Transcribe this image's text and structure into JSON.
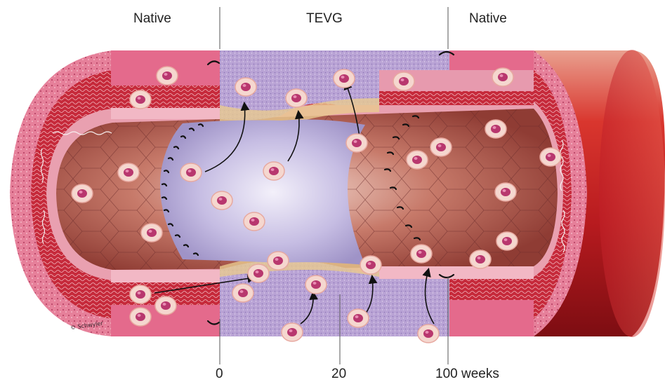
{
  "labels": {
    "top_left": "Native",
    "top_center": "TEVG",
    "top_right": "Native"
  },
  "timeline": {
    "t0": "0",
    "t1": "20",
    "t2": "100 weeks"
  },
  "signature": "© Schwyler",
  "colors": {
    "wall_pink": "#d9537a",
    "media_red": "#b8202f",
    "lumen_brown": "#b9685c",
    "graft_purple": "#b7a6d3",
    "cell_body": "#f5d7cf",
    "cell_nucleus": "#b8376e"
  }
}
